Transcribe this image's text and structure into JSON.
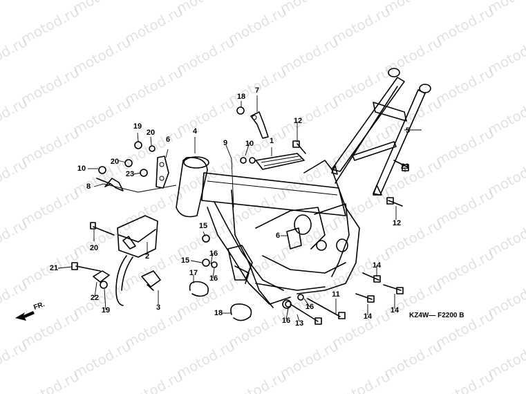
{
  "watermark": "motod.ru",
  "diagram_code": "KZ4W— F2200 B",
  "direction_label": "FR.",
  "callouts": [
    "1",
    "2",
    "3",
    "4",
    "5",
    "6",
    "6",
    "7",
    "8",
    "9",
    "10",
    "10",
    "11",
    "12",
    "12",
    "13",
    "14",
    "14",
    "14",
    "15",
    "15",
    "16",
    "16",
    "16",
    "16",
    "17",
    "18",
    "18",
    "19",
    "19",
    "20",
    "20",
    "20",
    "21",
    "21",
    "22",
    "23",
    "24"
  ]
}
